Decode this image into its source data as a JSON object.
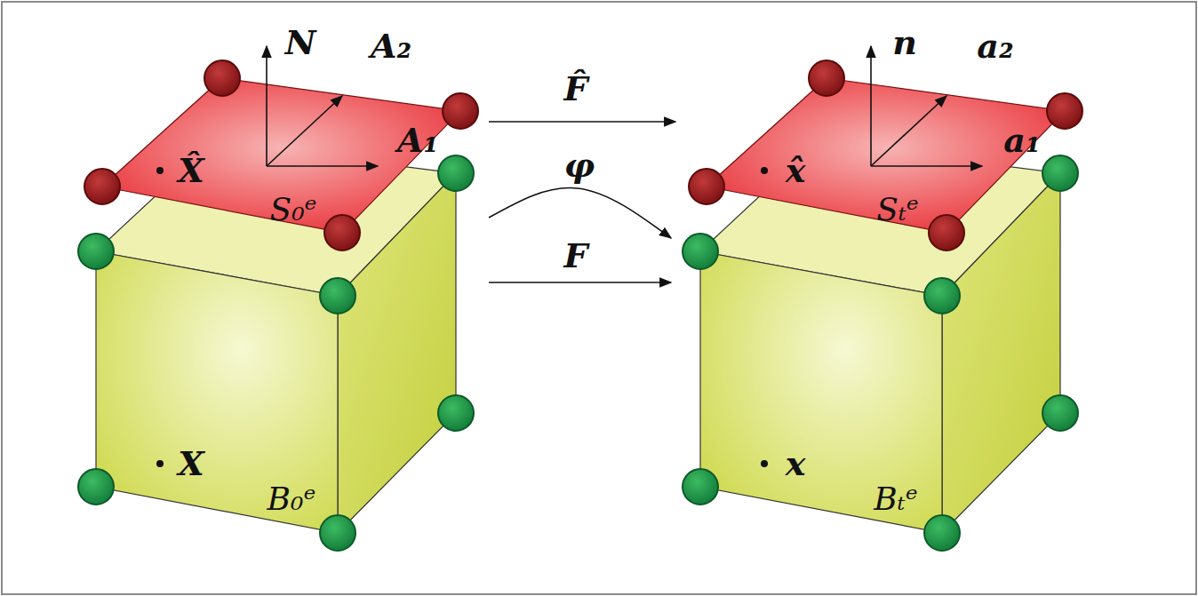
{
  "diagram": {
    "nodes": [
      {
        "text": [
          "X̂",
          "S₀ᵉ"
        ]
      },
      {
        "text": [
          "X",
          "B₀ᵉ"
        ]
      },
      {
        "text": [
          "x̂",
          "Sₜᵉ"
        ]
      },
      {
        "text": [
          "x",
          "Bₜᵉ"
        ]
      }
    ],
    "edges": [
      {
        "from": 0,
        "to": 2,
        "arrow": "to",
        "label": "F̂"
      },
      {
        "from": 1,
        "to": 3,
        "arrow": "to",
        "label": "φ"
      },
      {
        "from": 1,
        "to": 3,
        "arrow": "to",
        "label": "F"
      }
    ],
    "labels": [
      "N",
      "A₂",
      "A₁",
      "n",
      "a₂",
      "a₁"
    ]
  }
}
